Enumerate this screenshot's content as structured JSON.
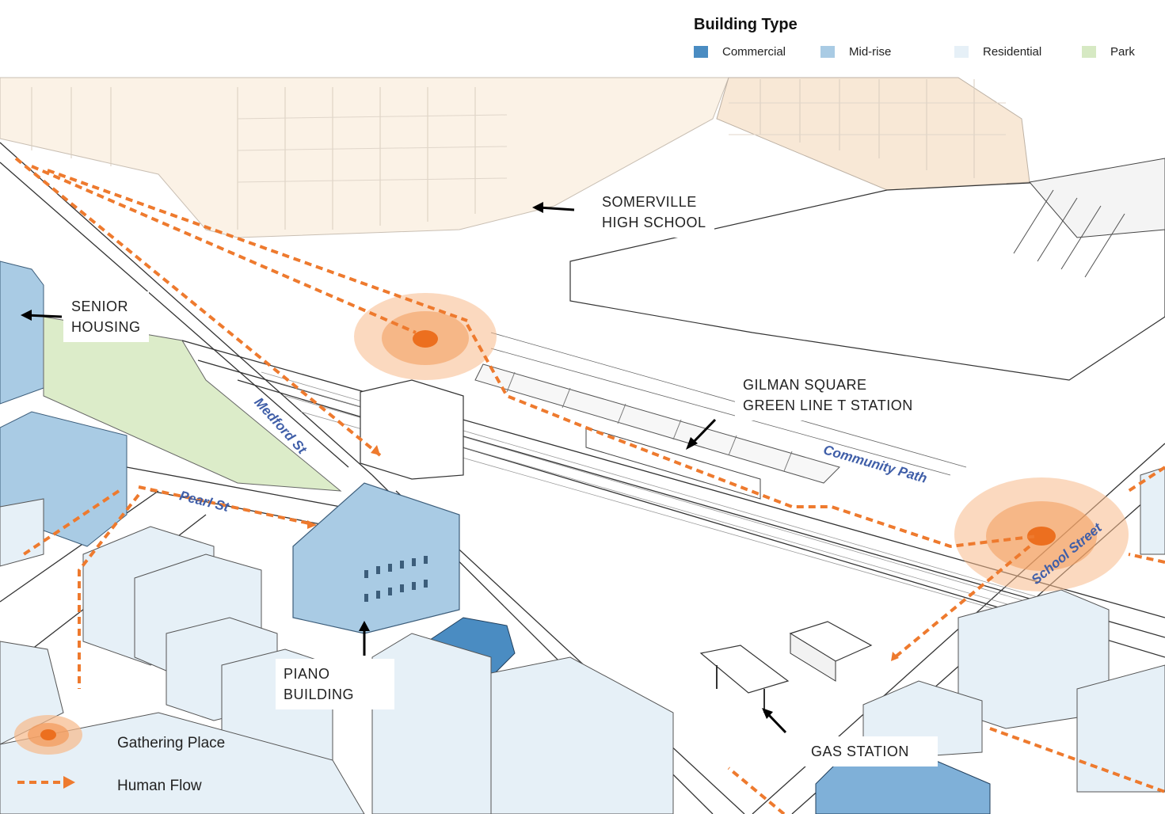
{
  "legend": {
    "title": "Building Type",
    "items": [
      {
        "label": "Commercial",
        "color": "#4a8cc2"
      },
      {
        "label": "Mid-rise",
        "color": "#a9cbe4"
      },
      {
        "label": "Residential",
        "color": "#e6f0f7"
      },
      {
        "label": "Park",
        "color": "#d6e9c3"
      }
    ]
  },
  "callouts": {
    "somerville": [
      "SOMERVILLE",
      "HIGH SCHOOL"
    ],
    "senior": [
      "SENIOR",
      "HOUSING"
    ],
    "gilman": [
      "GILMAN SQUARE",
      "GREEN LINE T STATION"
    ],
    "piano": [
      "PIANO",
      "BUILDING"
    ],
    "gas": [
      "GAS STATION"
    ]
  },
  "streets": {
    "medford": "Medford St",
    "pearl": "Pearl St",
    "community": "Community Path",
    "school": "School Street"
  },
  "key": {
    "gathering": "Gathering Place",
    "flow": "Human Flow"
  },
  "colors": {
    "flow": "#ee7a2e",
    "gathering": "#f08a3c",
    "street_label": "#3f5ea8",
    "school_bg": "#fbefe2"
  }
}
